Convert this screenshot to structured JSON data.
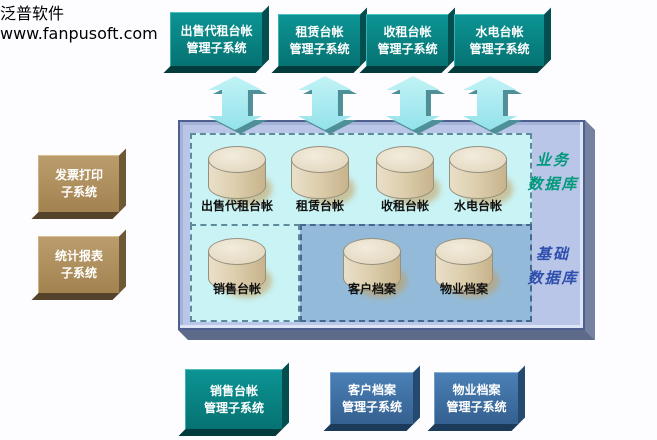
{
  "top_subsystems": [
    {
      "line1": "出售代租台帐",
      "line2": "管理子系统"
    },
    {
      "line1": "租赁台帐",
      "line2": "管理子系统"
    },
    {
      "line1": "收租台帐",
      "line2": "管理子系统"
    },
    {
      "line1": "水电台帐",
      "line2": "管理子系统"
    }
  ],
  "left_subsystems": [
    {
      "line1": "发票打印",
      "line2": "子系统"
    },
    {
      "line1": "统计报表",
      "line2": "子系统"
    }
  ],
  "bottom_subsystems": [
    {
      "line1": "销售台帐",
      "line2": "管理子系统"
    },
    {
      "line1": "客户档案",
      "line2": "管理子系统"
    },
    {
      "line1": "物业档案",
      "line2": "管理子系统"
    }
  ],
  "database": {
    "business_label_line1": "业务",
    "business_label_line2": "数据库",
    "base_label_line1": "基础",
    "base_label_line2": "数据库",
    "business_tables": [
      "出售代租台帐",
      "租赁台帐",
      "收租台帐",
      "水电台帐"
    ],
    "sales_table": "销售台帐",
    "base_tables": [
      "客户档案",
      "物业档案"
    ]
  },
  "watermark": {
    "brand": "泛普软件",
    "url": "www.fanpusoft.com"
  },
  "colors": {
    "subsystem_teal": "#078686",
    "subsystem_blue": "#3f72a8",
    "subsystem_tan": "#ab8c5e",
    "db_panel": "#b9c6e8",
    "business_area": "#c9f3f5",
    "base_area": "#93bbd9",
    "business_label_text": "#00997c",
    "base_label_text": "#2f4fae",
    "cylinder": "#d8c8a8",
    "arrow_cyan": "#a8ecf2",
    "arrow_tan": "#c9b188",
    "arrow_blue": "#90b8d8",
    "watermark_gray": "#8b9099",
    "watermark_orange": "#e5762e"
  }
}
